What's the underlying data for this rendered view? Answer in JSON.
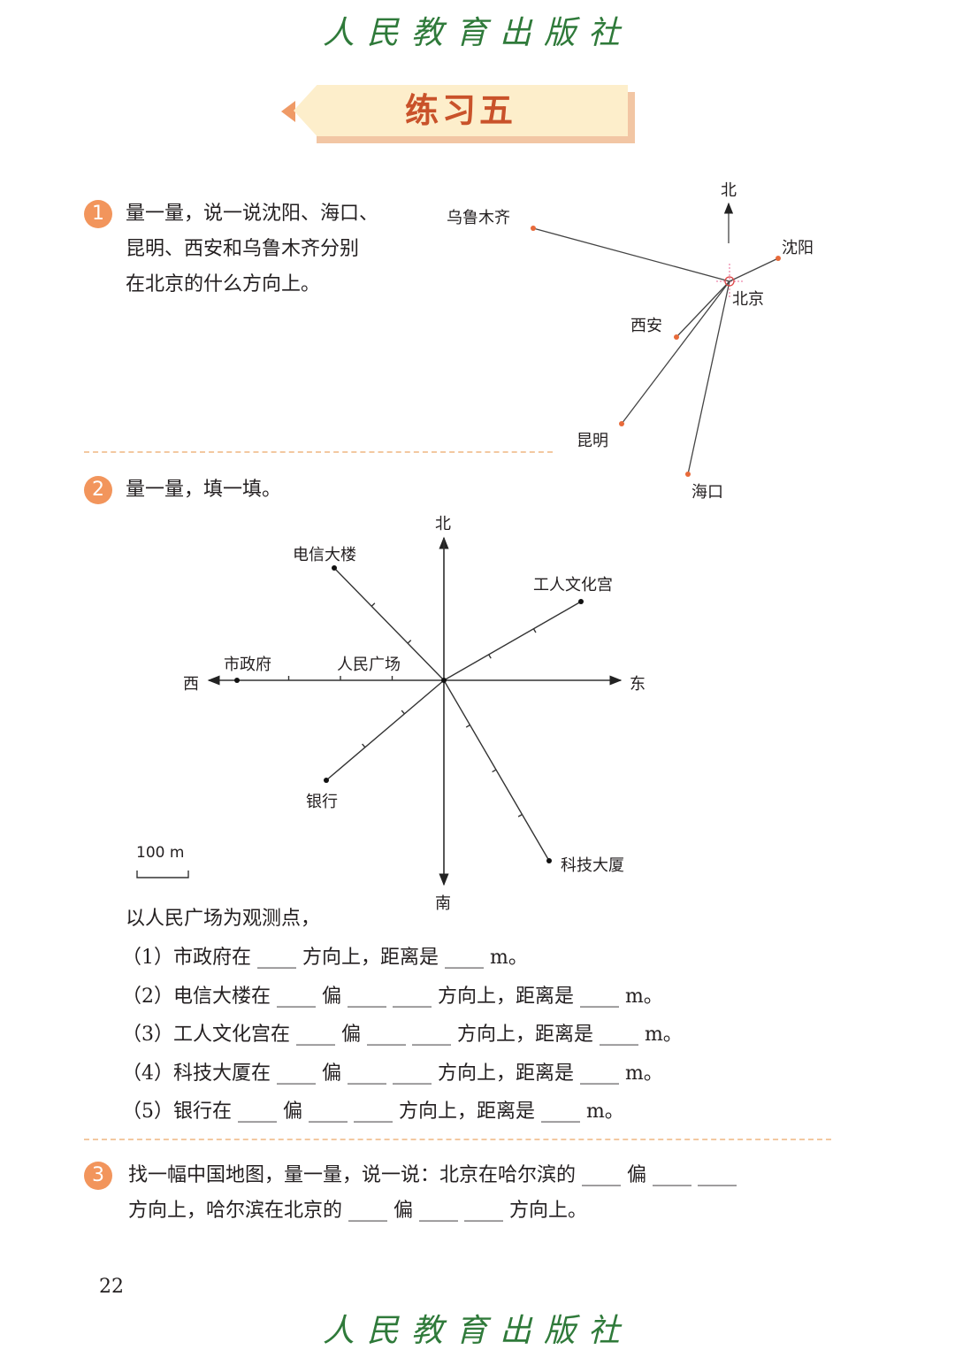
{
  "publisher": "人民教育出版社",
  "title": "练习五",
  "q1": {
    "number": "1",
    "lines": [
      "量一量，说一说沈阳、海口、",
      "昆明、西安和乌鲁木齐分别",
      "在北京的什么方向上。"
    ],
    "map": {
      "north": "北",
      "center": "北京",
      "cities": [
        "乌鲁木齐",
        "沈阳",
        "西安",
        "昆明",
        "海口"
      ]
    }
  },
  "q2": {
    "number": "2",
    "prompt": "量一量，填一填。",
    "diagram": {
      "north": "北",
      "south": "南",
      "east": "东",
      "west": "西",
      "center": "人民广场",
      "places": [
        "电信大楼",
        "工人文化宫",
        "市政府",
        "银行",
        "科技大厦"
      ],
      "scale": "100 m"
    },
    "intro": "以人民广场为观测点，",
    "items": [
      "（1）市政府在 ____ 方向上，距离是 ____ m。",
      "（2）电信大楼在 ____ 偏 ____ ____ 方向上，距离是 ____ m。",
      "（3）工人文化宫在 ____ 偏 ____ ____ 方向上，距离是 ____ m。",
      "（4）科技大厦在 ____ 偏 ____ ____ 方向上，距离是 ____ m。",
      "（5）银行在 ____ 偏 ____ ____ 方向上，距离是 ____ m。"
    ]
  },
  "q3": {
    "number": "3",
    "lines": [
      "找一幅中国地图，量一量，说一说：北京在哈尔滨的 ____ 偏 ____ ____",
      "方向上，哈尔滨在北京的 ____ 偏 ____ ____ 方向上。"
    ]
  },
  "page_number": "22"
}
